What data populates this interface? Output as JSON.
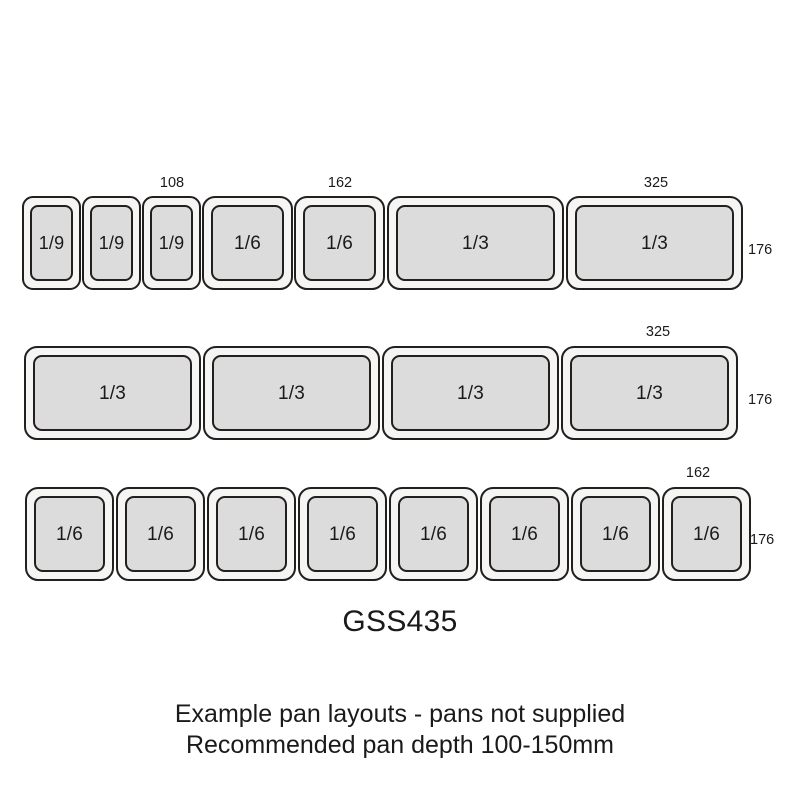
{
  "diagram": {
    "model": "GSS435",
    "notes": [
      "Example pan layouts - pans not supplied",
      "Recommended pan depth 100-150mm"
    ],
    "colors": {
      "outline": "#231f20",
      "pan_rim_fill": "#f5f5f3",
      "pan_well_fill": "#dcdcdc",
      "text": "#1a1a1a",
      "background": "#ffffff"
    },
    "rows": [
      {
        "id": "row-1",
        "pans": [
          {
            "label": "1/9"
          },
          {
            "label": "1/9"
          },
          {
            "label": "1/9"
          },
          {
            "label": "1/6"
          },
          {
            "label": "1/6"
          },
          {
            "label": "1/3"
          },
          {
            "label": "1/3"
          }
        ],
        "dimensions": {
          "width_labels": [
            {
              "value": "108"
            },
            {
              "value": "162"
            },
            {
              "value": "325"
            }
          ],
          "height_label": "176"
        }
      },
      {
        "id": "row-2",
        "pans": [
          {
            "label": "1/3"
          },
          {
            "label": "1/3"
          },
          {
            "label": "1/3"
          },
          {
            "label": "1/3"
          }
        ],
        "dimensions": {
          "width_labels": [
            {
              "value": "325"
            }
          ],
          "height_label": "176"
        }
      },
      {
        "id": "row-3",
        "pans": [
          {
            "label": "1/6"
          },
          {
            "label": "1/6"
          },
          {
            "label": "1/6"
          },
          {
            "label": "1/6"
          },
          {
            "label": "1/6"
          },
          {
            "label": "1/6"
          },
          {
            "label": "1/6"
          },
          {
            "label": "1/6"
          }
        ],
        "dimensions": {
          "width_labels": [
            {
              "value": "162"
            }
          ],
          "height_label": "176"
        }
      }
    ]
  }
}
